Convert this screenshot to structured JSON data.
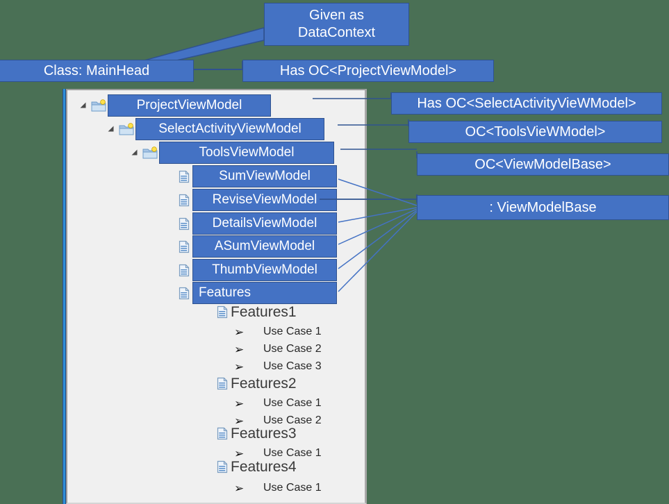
{
  "diagram": {
    "title": "MainHead ViewModel hierarchy annotation diagram",
    "background_color": "#4a7055",
    "accent_color": "#4472c4",
    "accent_border_color": "#2f528f",
    "panel_background": "#f0f0f0"
  },
  "callouts": {
    "given_as_datacontext": {
      "line1": "Given as",
      "line2": "DataContext"
    },
    "class_mainhead": "Class: MainHead",
    "has_oc_projectviewmodel": "Has OC<ProjectViewModel>",
    "has_oc_selectactivity": "Has OC<SelectActivityVieWModel>",
    "oc_toolsviewmodel": "OC<ToolsVieWModel>",
    "oc_viewmodelbase": "OC<ViewModelBase>",
    "inherits_viewmodelbase": ": ViewModelBase"
  },
  "tree": {
    "nodes": [
      {
        "label": "ProjectViewModel",
        "icon": "folder-icon",
        "twisty": "expanded-triangle-icon",
        "highlighted": true,
        "depth": 0
      },
      {
        "label": "SelectActivityViewModel",
        "icon": "folder-icon",
        "twisty": "expanded-triangle-icon",
        "highlighted": true,
        "depth": 1
      },
      {
        "label": "ToolsViewModel",
        "icon": "folder-icon",
        "twisty": "expanded-triangle-icon",
        "highlighted": true,
        "depth": 2
      },
      {
        "label": "SumViewModel",
        "icon": "document-icon",
        "twisty": null,
        "highlighted": true,
        "depth": 3
      },
      {
        "label": "ReviseViewModel",
        "icon": "document-icon",
        "twisty": null,
        "highlighted": true,
        "depth": 3
      },
      {
        "label": "DetailsViewModel",
        "icon": "document-icon",
        "twisty": null,
        "highlighted": true,
        "depth": 3
      },
      {
        "label": "ASumViewModel",
        "icon": "document-icon",
        "twisty": null,
        "highlighted": true,
        "depth": 3
      },
      {
        "label": "ThumbViewModel",
        "icon": "document-icon",
        "twisty": null,
        "highlighted": true,
        "depth": 3
      },
      {
        "label": "Features",
        "icon": "document-icon",
        "twisty": null,
        "highlighted": true,
        "depth": 3
      }
    ],
    "feature_groups": [
      {
        "name": "Features",
        "number": "1",
        "icon": "document-icon",
        "use_cases": [
          "Use Case 1",
          "Use Case 2",
          "Use Case 3"
        ]
      },
      {
        "name": "Features",
        "number": "2",
        "icon": "document-icon",
        "use_cases": [
          "Use Case 1",
          "Use Case 2"
        ]
      },
      {
        "name": "Features",
        "number": "3",
        "icon": "document-icon",
        "use_cases": [
          "Use Case 1"
        ]
      },
      {
        "name": "Features",
        "number": "4",
        "icon": "document-icon",
        "use_cases": [
          "Use Case 1"
        ]
      }
    ],
    "use_case_bullet": "➢"
  }
}
